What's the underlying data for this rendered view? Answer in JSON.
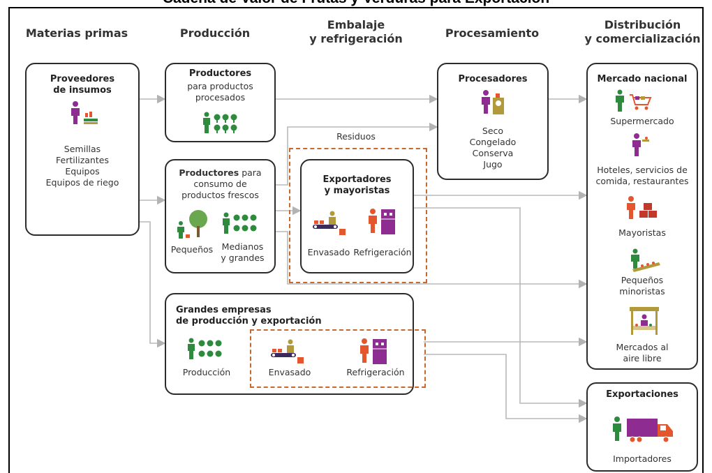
{
  "title": "Cadena de Valor de Frutas y Verduras para Exportación",
  "columns": {
    "materias": "Materias primas",
    "produccion": "Producción",
    "embalaje_1": "Embalaje",
    "embalaje_2": "y refrigeración",
    "procesamiento": "Procesamiento",
    "distribucion_1": "Distribución",
    "distribucion_2": "y comercialización"
  },
  "proveedores": {
    "title_1": "Proveedores",
    "title_2": "de insumos",
    "items": [
      "Semillas",
      "Fertilizantes",
      "Equipos",
      "Equipos de riego"
    ]
  },
  "productores_procesados": {
    "title": "Productores",
    "sub_1": "para productos",
    "sub_2": "procesados"
  },
  "productores_frescos": {
    "title_bold": "Productores",
    "title_rest": " para",
    "line_2": "consumo de",
    "line_3": "productos frescos",
    "pequenos": "Pequeños",
    "medianos_1": "Medianos",
    "medianos_2": "y grandes"
  },
  "grandes_empresas": {
    "title_1": "Grandes empresas",
    "title_2": "de producción y exportación",
    "produccion": "Producción",
    "envasado": "Envasado",
    "refrigeracion": "Refrigeración"
  },
  "exportadores": {
    "title_1": "Exportadores",
    "title_2": "y mayoristas",
    "envasado": "Envasado",
    "refrigeracion": "Refrigeración"
  },
  "residuos": "Residuos",
  "procesadores": {
    "title": "Procesadores",
    "items": [
      "Seco",
      "Congelado",
      "Conserva",
      "Jugo"
    ]
  },
  "mercado_nacional": {
    "title": "Mercado nacional",
    "supermercado": "Supermercado",
    "hoteles_1": "Hoteles, servicios de",
    "hoteles_2": "comida, restaurantes",
    "mayoristas": "Mayoristas",
    "pequenos_1": "Pequeños",
    "pequenos_2": "minoristas",
    "mercados_1": "Mercados al",
    "mercados_2": "aire libre"
  },
  "exportaciones": {
    "title": "Exportaciones",
    "importadores": "Importadores"
  },
  "colors": {
    "green": "#2e8b3e",
    "purple": "#8e2c91",
    "orange": "#e4572e",
    "olive": "#b29a3a",
    "dashed": "#c8682a",
    "arrow": "#b3b3b3"
  }
}
